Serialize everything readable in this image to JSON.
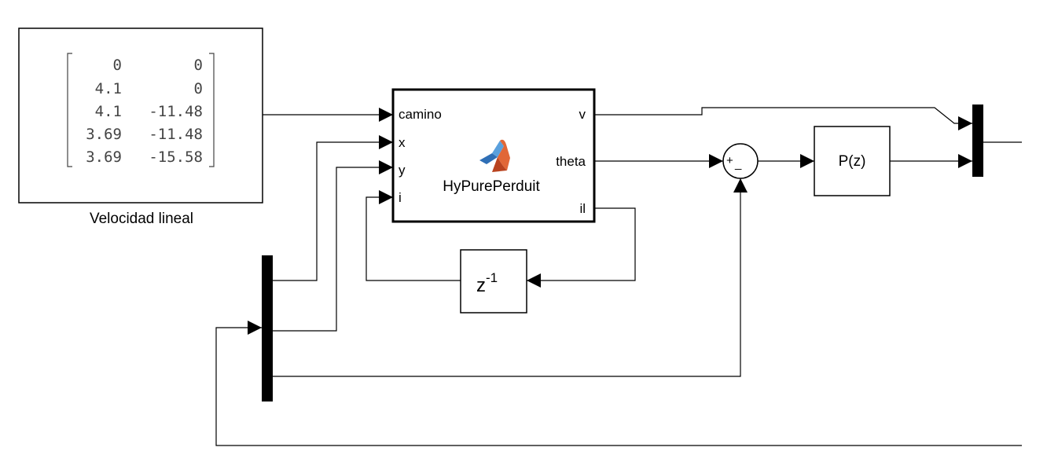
{
  "constant_block": {
    "matrix_rows": [
      [
        "0",
        "0"
      ],
      [
        "4.1",
        "0"
      ],
      [
        "4.1",
        "-11.48"
      ],
      [
        "3.69",
        "-11.48"
      ],
      [
        "3.69",
        "-15.58"
      ]
    ],
    "caption": "Velocidad lineal"
  },
  "function_block": {
    "name": "HyPurePerduit",
    "inputs": [
      "camino",
      "x",
      "y",
      "i"
    ],
    "outputs": [
      "v",
      "theta",
      "il"
    ],
    "icon": "matlab-logo-icon"
  },
  "delay_block": {
    "base": "z",
    "exponent": "-1"
  },
  "sum_block": {
    "sign_plus": "+",
    "sign_minus": "_"
  },
  "transfer_block": {
    "label": "P(z)"
  },
  "colors": {
    "line": "#000000",
    "block_border": "#000000",
    "matrix_text": "#444444",
    "matlab_orange": "#e16737",
    "matlab_blue": "#2f6fb6"
  }
}
